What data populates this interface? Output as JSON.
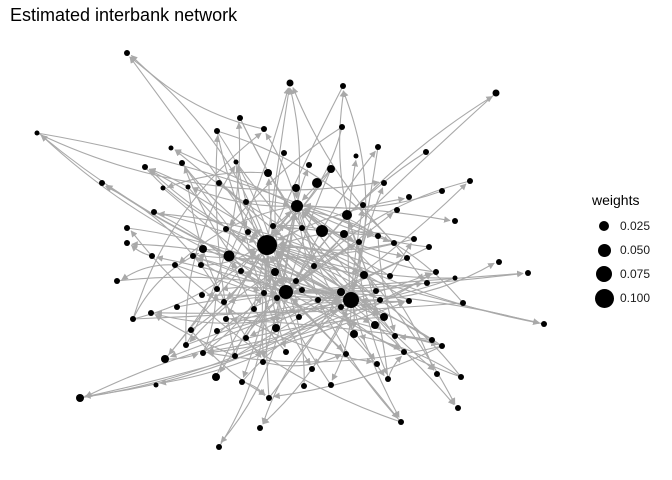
{
  "title": "Estimated interbank network",
  "legend": {
    "title": "weights",
    "items": [
      {
        "label": "0.025",
        "value": 0.025
      },
      {
        "label": "0.050",
        "value": 0.05
      },
      {
        "label": "0.075",
        "value": 0.075
      },
      {
        "label": "0.100",
        "value": 0.1
      }
    ]
  },
  "colors": {
    "node": "#000000",
    "edge": "#a9a9a9",
    "background": "#ffffff"
  }
}
